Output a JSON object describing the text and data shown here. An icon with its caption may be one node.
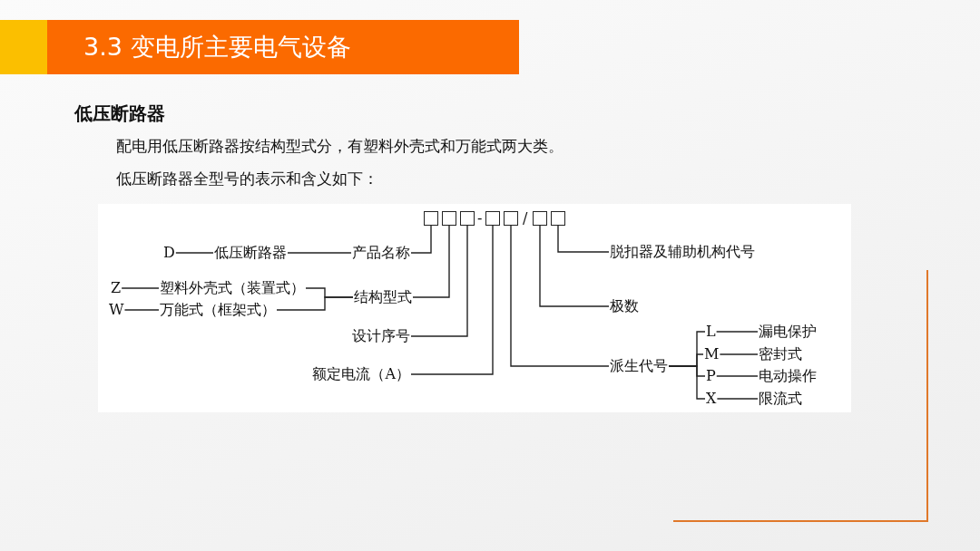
{
  "diagram": {
    "title": "3.3 变电所主要电气设备",
    "nodes": [
      {
        "text": [],
        "shape": "box"
      },
      {
        "text": [],
        "shape": "box"
      },
      {
        "text": [],
        "shape": "box"
      },
      {
        "text": [],
        "shape": "box"
      },
      {
        "text": [],
        "shape": "box"
      },
      {
        "text": [],
        "shape": "box"
      },
      {
        "text": [],
        "shape": "box"
      },
      {
        "text": [
          "D"
        ]
      },
      {
        "text": [
          "低压断路器"
        ]
      },
      {
        "text": [
          "产品名称"
        ]
      },
      {
        "text": [
          "脱扣器及辅助机构代号"
        ]
      },
      {
        "text": [
          "Z"
        ]
      },
      {
        "text": [
          "塑料外壳式（装置式）"
        ]
      },
      {
        "text": [
          "W"
        ]
      },
      {
        "text": [
          "万能式（框架式）"
        ]
      },
      {
        "text": [
          "结构型式"
        ]
      },
      {
        "text": [
          "极数"
        ]
      },
      {
        "text": [
          "设计序号"
        ]
      },
      {
        "text": [
          "L"
        ]
      },
      {
        "text": [
          "漏电保护"
        ]
      },
      {
        "text": [
          "M"
        ]
      },
      {
        "text": [
          "密封式"
        ]
      },
      {
        "text": [
          "额定电流（A）"
        ]
      },
      {
        "text": [
          "派生代号"
        ]
      },
      {
        "text": [
          "P"
        ]
      },
      {
        "text": [
          "电动操作"
        ]
      },
      {
        "text": [
          "X"
        ]
      },
      {
        "text": [
          "限流式"
        ]
      }
    ],
    "edges": [
      {
        "from": 7,
        "to": 8,
        "arrow": "none"
      },
      {
        "from": 8,
        "to": 9,
        "arrow": "none"
      },
      {
        "from": 9,
        "to": 0,
        "arrow": "none"
      },
      {
        "from": 10,
        "to": 6,
        "arrow": "none"
      },
      {
        "from": 11,
        "to": 12,
        "arrow": "none"
      },
      {
        "from": 13,
        "to": 14,
        "arrow": "none"
      },
      {
        "from": 12,
        "to": 15,
        "arrow": "none"
      },
      {
        "from": 14,
        "to": 15,
        "arrow": "none"
      },
      {
        "from": 15,
        "to": 1,
        "arrow": "none"
      },
      {
        "from": 16,
        "to": 5,
        "arrow": "none"
      },
      {
        "from": 17,
        "to": 2,
        "arrow": "none"
      },
      {
        "from": 22,
        "to": 3,
        "arrow": "none"
      },
      {
        "from": 23,
        "to": 4,
        "arrow": "none"
      },
      {
        "from": 23,
        "to": 18,
        "arrow": "none"
      },
      {
        "from": 23,
        "to": 20,
        "arrow": "none"
      },
      {
        "from": 23,
        "to": 24,
        "arrow": "none"
      },
      {
        "from": 23,
        "to": 26,
        "arrow": "none"
      },
      {
        "from": 18,
        "to": 19,
        "arrow": "none"
      },
      {
        "from": 20,
        "to": 21,
        "arrow": "none"
      },
      {
        "from": 24,
        "to": 25,
        "arrow": "none"
      },
      {
        "from": 26,
        "to": 27,
        "arrow": "none"
      }
    ],
    "labels": [
      "低压断路器",
      "配电用低压断路器按结构型式分，有塑料外壳式和万能式两大类。",
      "低压断路器全型号的表示和含义如下：",
      "-",
      "/"
    ]
  }
}
